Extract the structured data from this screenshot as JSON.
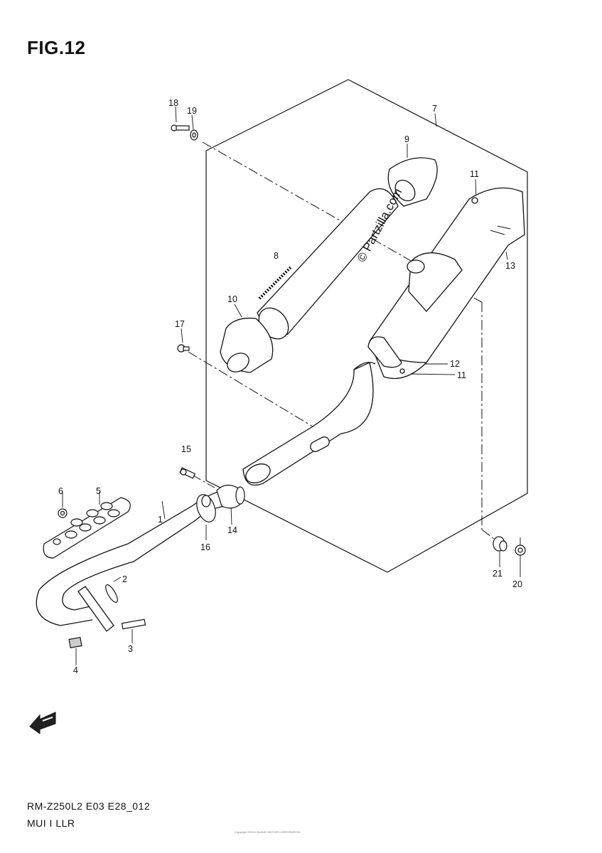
{
  "figure": {
    "title": "FIG.12",
    "model_code": "RM-Z250L2 E03 E28_012",
    "section_name": "MUI I LLR",
    "watermark": "© Partzilla.com",
    "fine_print": "Copyright ©2012 SUZUKI MOTOR CORPORATION"
  },
  "callouts": [
    "1",
    "2",
    "3",
    "4",
    "5",
    "6",
    "7",
    "8",
    "9",
    "10",
    "11",
    "11",
    "12",
    "13",
    "14",
    "15",
    "16",
    "17",
    "18",
    "19",
    "20",
    "21"
  ],
  "colors": {
    "line": "#111111",
    "background": "#ffffff"
  },
  "icons": {
    "front_arrow": "fwd-arrow-icon"
  }
}
